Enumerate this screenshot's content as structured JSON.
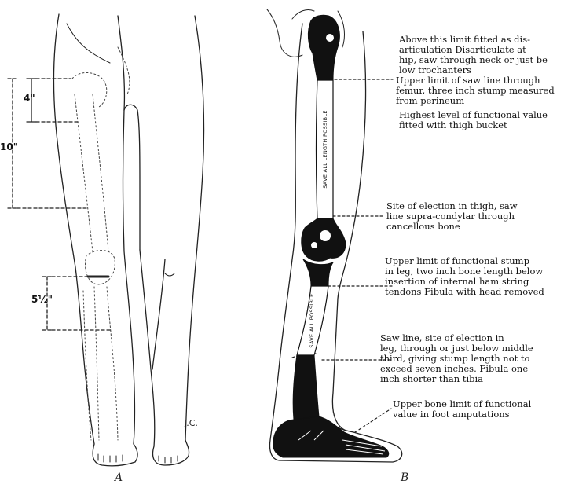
{
  "figure": {
    "panel_a_label": "A",
    "panel_b_label": "B",
    "signature": "J.C.",
    "measurements": {
      "hip_short": "4\"",
      "hip_long": "10\"",
      "knee": "5½\""
    },
    "bone_text": {
      "femur": "SAVE ALL LENGTH POSSIBLE",
      "tibia": "SAVE ALL POSSIBLE"
    },
    "annotations": [
      {
        "id": "above-limit",
        "lines": [
          "Above this limit fitted as dis-",
          "articulation Disarticulate at",
          "hip, saw through neck or just be",
          "low trochanters"
        ]
      },
      {
        "id": "upper-limit-femur",
        "lines": [
          "Upper limit of saw line through",
          "femur, three inch stump measured",
          "from perineum"
        ]
      },
      {
        "id": "highest-level",
        "lines": [
          "Highest level of functional value",
          "fitted with thigh bucket"
        ]
      },
      {
        "id": "site-thigh",
        "lines": [
          "Site of election in thigh, saw",
          "line supra-condylar through",
          "cancellous bone"
        ]
      },
      {
        "id": "upper-limit-leg",
        "lines": [
          "Upper limit of functional stump",
          "in leg, two inch bone length below",
          "insertion of internal ham string",
          "tendons Fibula with head removed"
        ]
      },
      {
        "id": "saw-line-leg",
        "lines": [
          "Saw line, site of election in",
          "leg, through or just below middle",
          "third, giving stump length not to",
          "exceed seven inches. Fibula one",
          "inch shorter than tibia"
        ]
      },
      {
        "id": "upper-bone-foot",
        "lines": [
          "Upper bone limit of functional",
          "value in foot amputations"
        ]
      }
    ]
  }
}
